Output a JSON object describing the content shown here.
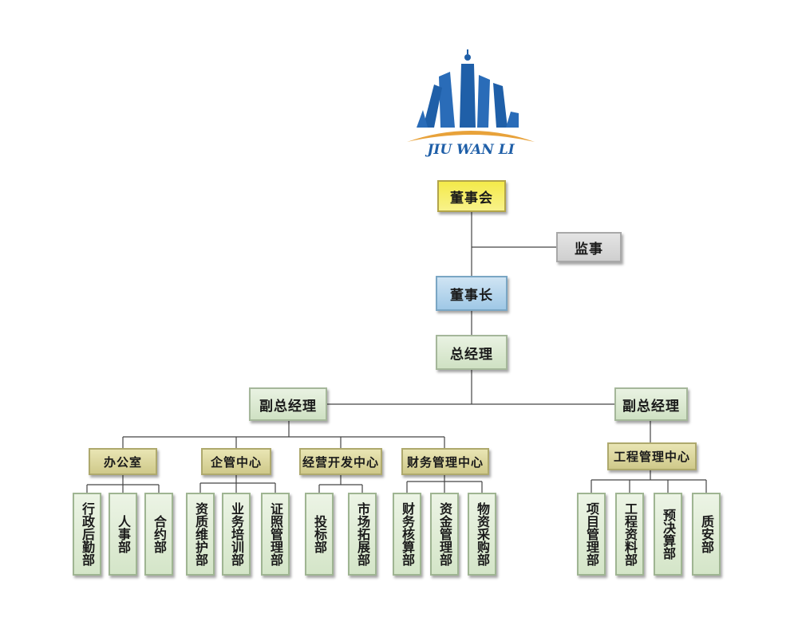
{
  "logo": {
    "text": "JIU WAN LI",
    "colors": {
      "buildings": "#1f5fa8",
      "arc": "#e8a23a"
    }
  },
  "org": {
    "board": "董事会",
    "supervisor": "监事",
    "chairman": "董事长",
    "gm": "总经理",
    "vp_left": "副总经理",
    "vp_right": "副总经理",
    "centers": [
      {
        "name": "办公室",
        "children": [
          "行政后勤部",
          "人事部",
          "合约部"
        ]
      },
      {
        "name": "企管中心",
        "children": [
          "资质维护部",
          "业务培训部",
          "证照管理部"
        ]
      },
      {
        "name": "经营开发中心",
        "children": [
          "投标部",
          "市场拓展部"
        ]
      },
      {
        "name": "财务管理中心",
        "children": [
          "财务核算部",
          "资金管理部",
          "物资采购部"
        ]
      },
      {
        "name": "工程管理中心",
        "children": [
          "项目管理部",
          "工程资料部",
          "预决算部",
          "质安部"
        ]
      }
    ]
  }
}
